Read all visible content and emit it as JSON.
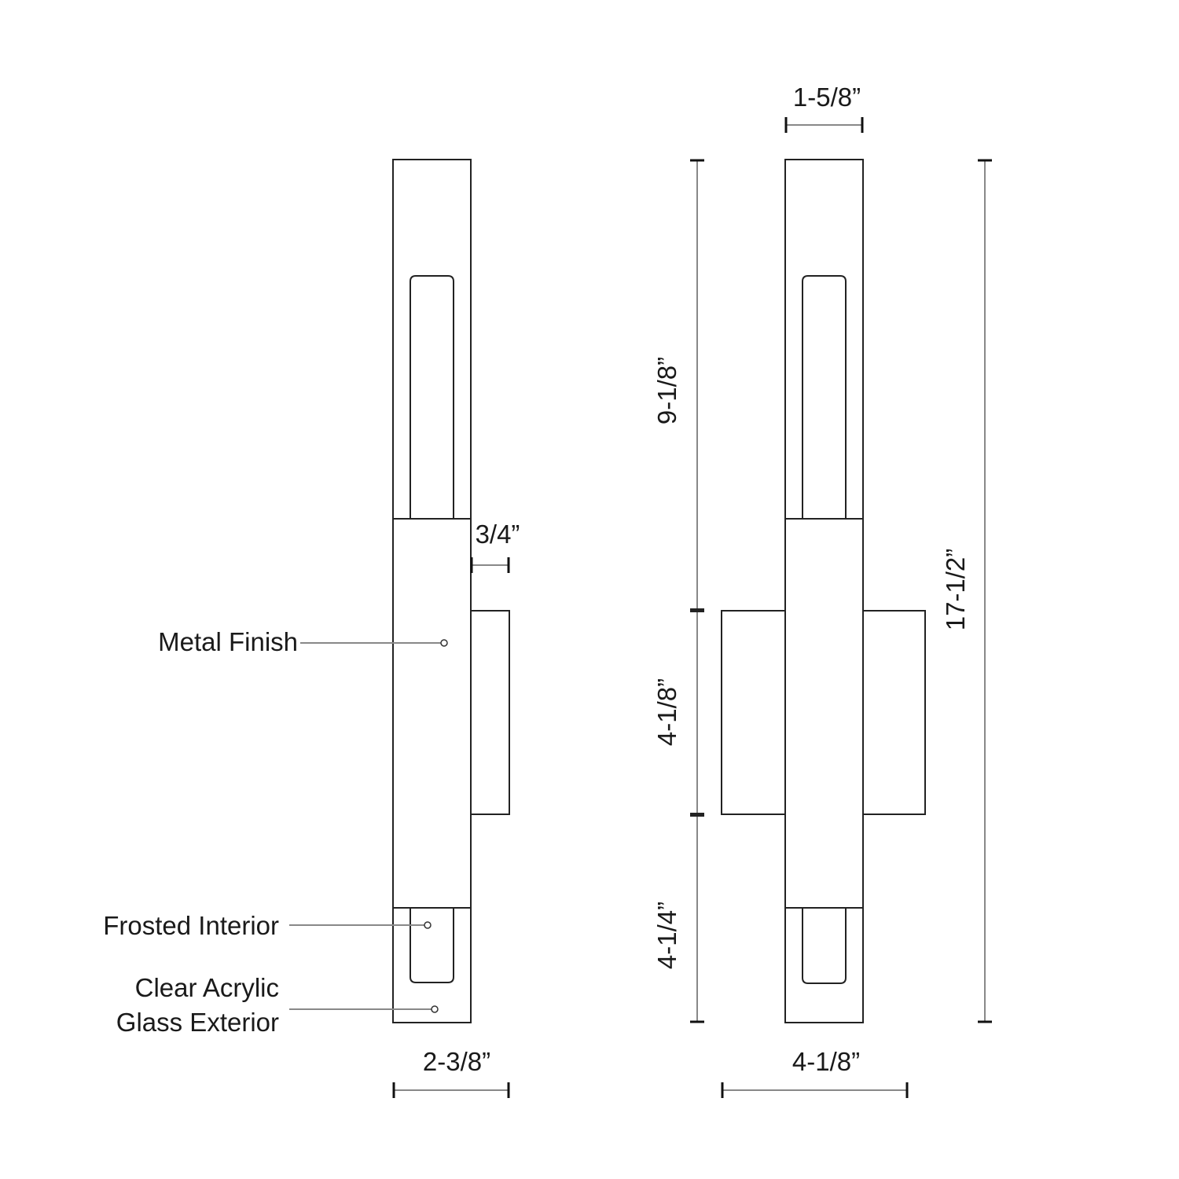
{
  "side_view": {
    "callouts": {
      "metal_finish": "Metal Finish",
      "frosted_interior": "Frosted Interior",
      "clear_acrylic_line1": "Clear Acrylic",
      "clear_acrylic_line2": "Glass Exterior"
    },
    "dimensions": {
      "backplate_depth": "3/4”",
      "overall_depth": "2-3/8”"
    }
  },
  "front_view": {
    "dimensions": {
      "body_width": "1-5/8”",
      "upper_height": "9-1/8”",
      "backplate_height": "4-1/8”",
      "lower_height": "4-1/4”",
      "overall_height": "17-1/2”",
      "overall_width": "4-1/8”"
    }
  }
}
